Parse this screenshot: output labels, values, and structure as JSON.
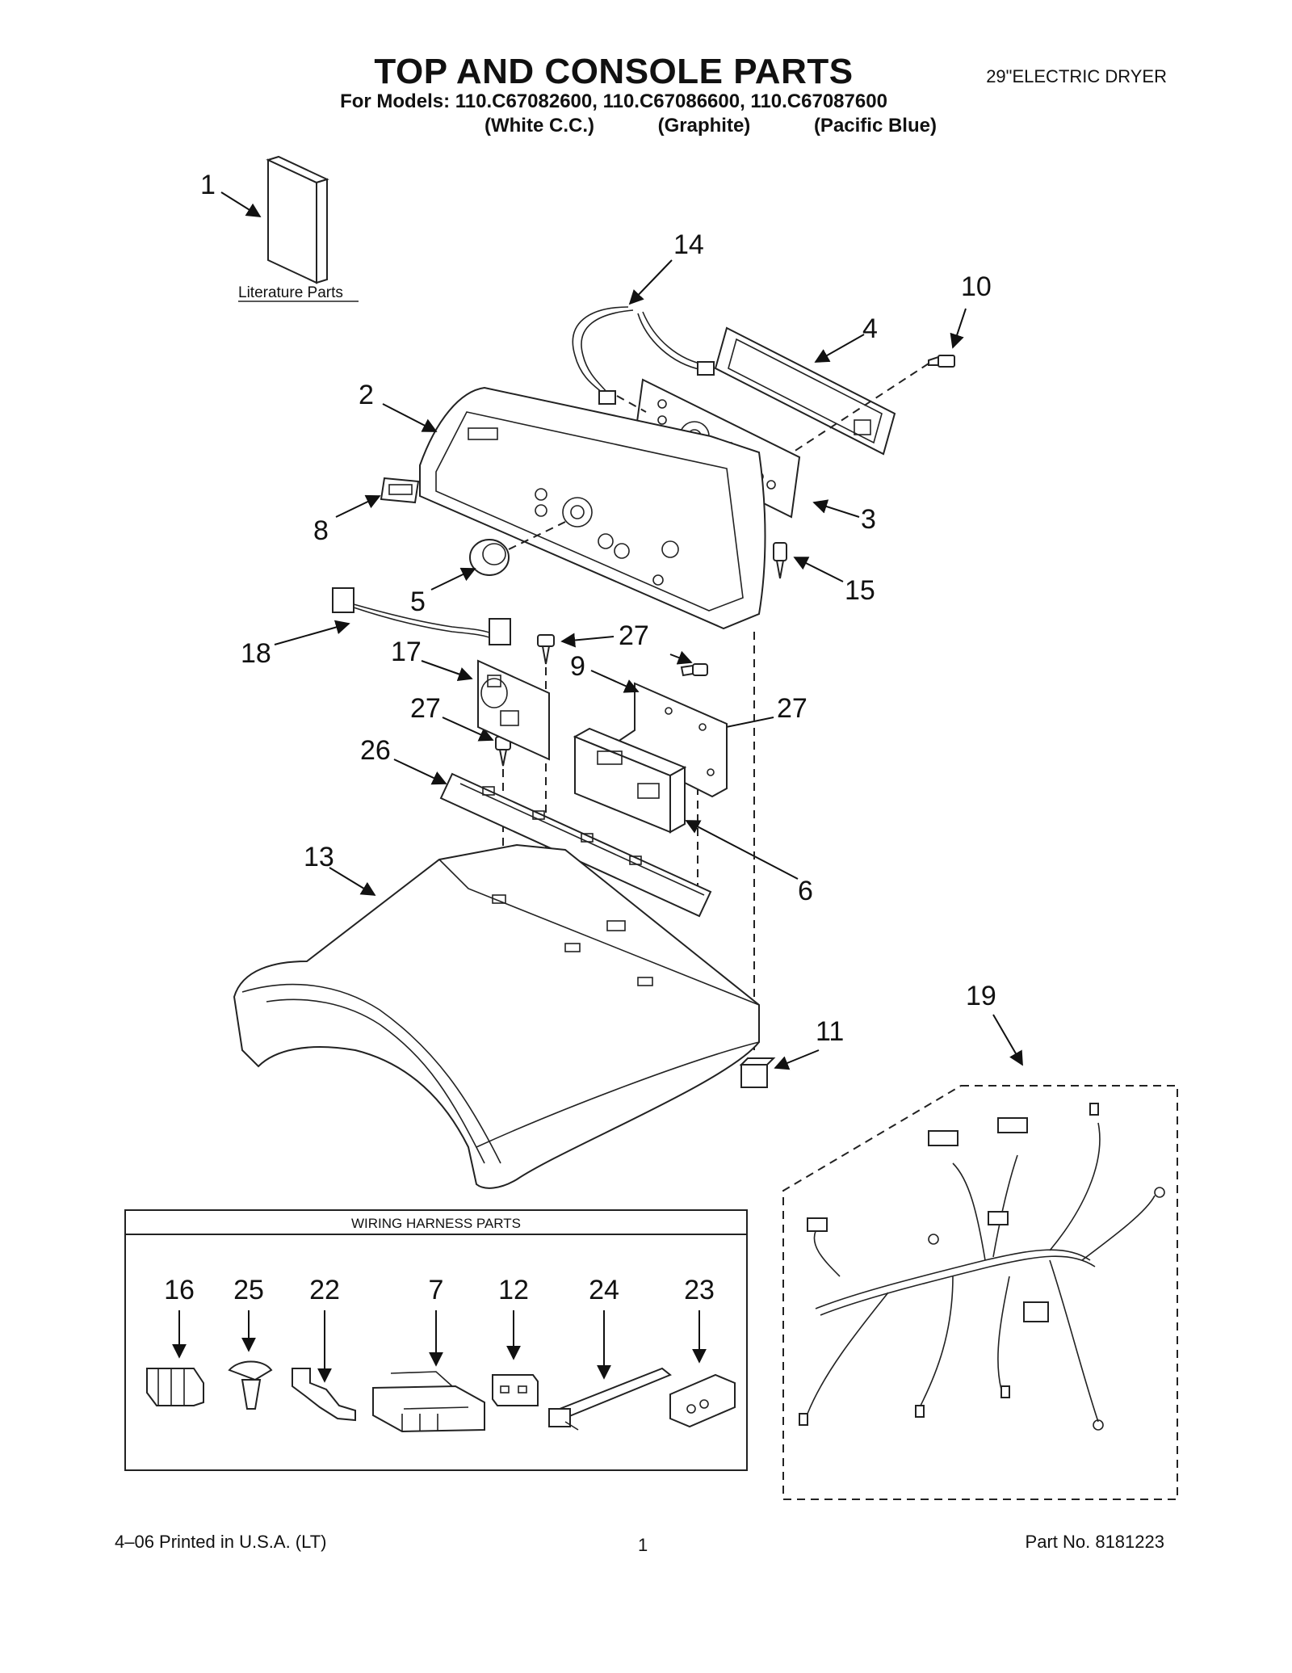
{
  "header": {
    "title": "TOP AND CONSOLE PARTS",
    "models_line": "For Models: 110.C67082600, 110.C67086600, 110.C67087600",
    "variants": [
      "(White C.C.)",
      "(Graphite)",
      "(Pacific Blue)"
    ],
    "product": "29\"ELECTRIC DRYER"
  },
  "literature_label": "Literature Parts",
  "wiring_box_title": "WIRING HARNESS PARTS",
  "callouts": {
    "c1": "1",
    "c2": "2",
    "c3": "3",
    "c4": "4",
    "c5": "5",
    "c6": "6",
    "c8": "8",
    "c9": "9",
    "c10": "10",
    "c11": "11",
    "c13": "13",
    "c14": "14",
    "c15": "15",
    "c17": "17",
    "c18": "18",
    "c19": "19",
    "c26": "26",
    "c27a": "27",
    "c27b": "27",
    "c27c": "27"
  },
  "wiring_items": [
    "16",
    "25",
    "22",
    "7",
    "12",
    "24",
    "23"
  ],
  "footer": {
    "left": "4–06 Printed in U.S.A. (LT)",
    "page": "1",
    "right": "Part No. 8181223"
  }
}
